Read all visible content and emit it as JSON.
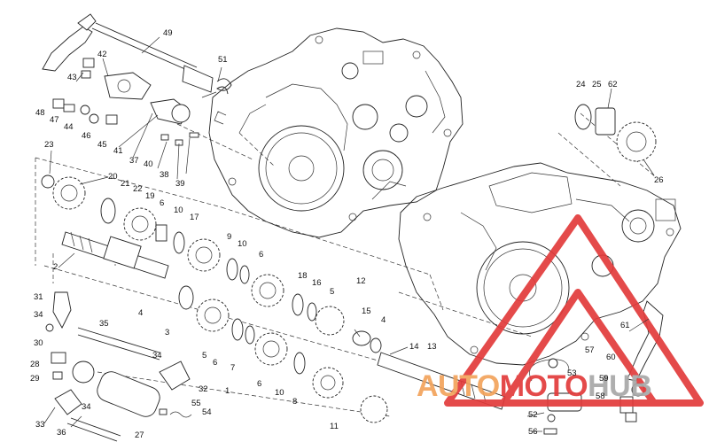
{
  "diagram": {
    "callouts": [
      {
        "id": "p49",
        "text": "49"
      },
      {
        "id": "p51",
        "text": "51"
      },
      {
        "id": "p42",
        "text": "42"
      },
      {
        "id": "p43",
        "text": "43"
      },
      {
        "id": "p48",
        "text": "48"
      },
      {
        "id": "p47",
        "text": "47"
      },
      {
        "id": "p44",
        "text": "44"
      },
      {
        "id": "p46",
        "text": "46"
      },
      {
        "id": "p45",
        "text": "45"
      },
      {
        "id": "p41",
        "text": "41"
      },
      {
        "id": "p37",
        "text": "37"
      },
      {
        "id": "p40",
        "text": "40"
      },
      {
        "id": "p38",
        "text": "38"
      },
      {
        "id": "p39",
        "text": "39"
      },
      {
        "id": "p23",
        "text": "23"
      },
      {
        "id": "p20",
        "text": "20"
      },
      {
        "id": "p21",
        "text": "21"
      },
      {
        "id": "p22",
        "text": "22"
      },
      {
        "id": "p19",
        "text": "19"
      },
      {
        "id": "p6a",
        "text": "6"
      },
      {
        "id": "p10a",
        "text": "10"
      },
      {
        "id": "p17",
        "text": "17"
      },
      {
        "id": "p9",
        "text": "9"
      },
      {
        "id": "p10b",
        "text": "10"
      },
      {
        "id": "p6b",
        "text": "6"
      },
      {
        "id": "p2",
        "text": "2"
      },
      {
        "id": "p18",
        "text": "18"
      },
      {
        "id": "p16",
        "text": "16"
      },
      {
        "id": "p12",
        "text": "12"
      },
      {
        "id": "p5a",
        "text": "5"
      },
      {
        "id": "p15",
        "text": "15"
      },
      {
        "id": "p4a",
        "text": "4"
      },
      {
        "id": "p4b",
        "text": "4"
      },
      {
        "id": "p3",
        "text": "3"
      },
      {
        "id": "p5b",
        "text": "5"
      },
      {
        "id": "p6c",
        "text": "6"
      },
      {
        "id": "p7",
        "text": "7"
      },
      {
        "id": "p14",
        "text": "14"
      },
      {
        "id": "p13",
        "text": "13"
      },
      {
        "id": "p6d",
        "text": "6"
      },
      {
        "id": "p10c",
        "text": "10"
      },
      {
        "id": "p1",
        "text": "1"
      },
      {
        "id": "p8",
        "text": "8"
      },
      {
        "id": "p11",
        "text": "11"
      },
      {
        "id": "p31",
        "text": "31"
      },
      {
        "id": "p34a",
        "text": "34"
      },
      {
        "id": "p35",
        "text": "35"
      },
      {
        "id": "p30",
        "text": "30"
      },
      {
        "id": "p28",
        "text": "28"
      },
      {
        "id": "p29",
        "text": "29"
      },
      {
        "id": "p34b",
        "text": "34"
      },
      {
        "id": "p32",
        "text": "32"
      },
      {
        "id": "p55",
        "text": "55"
      },
      {
        "id": "p54",
        "text": "54"
      },
      {
        "id": "p33",
        "text": "33"
      },
      {
        "id": "p34c",
        "text": "34"
      },
      {
        "id": "p36",
        "text": "36"
      },
      {
        "id": "p27",
        "text": "27"
      },
      {
        "id": "p24",
        "text": "24"
      },
      {
        "id": "p25",
        "text": "25"
      },
      {
        "id": "p62",
        "text": "62"
      },
      {
        "id": "p26",
        "text": "26"
      },
      {
        "id": "p61",
        "text": "61"
      },
      {
        "id": "p57",
        "text": "57"
      },
      {
        "id": "p60",
        "text": "60"
      },
      {
        "id": "p53",
        "text": "53"
      },
      {
        "id": "p59",
        "text": "59"
      },
      {
        "id": "p58",
        "text": "58"
      },
      {
        "id": "p52",
        "text": "52"
      },
      {
        "id": "p56",
        "text": "56"
      }
    ]
  },
  "watermark": {
    "word_part1": "AUTO",
    "word_part2": "MOTO",
    "word_part3": "HUB",
    "color_orange": "#f2a35c",
    "color_red": "#e23b3b",
    "color_grey": "#a8a8a8"
  }
}
